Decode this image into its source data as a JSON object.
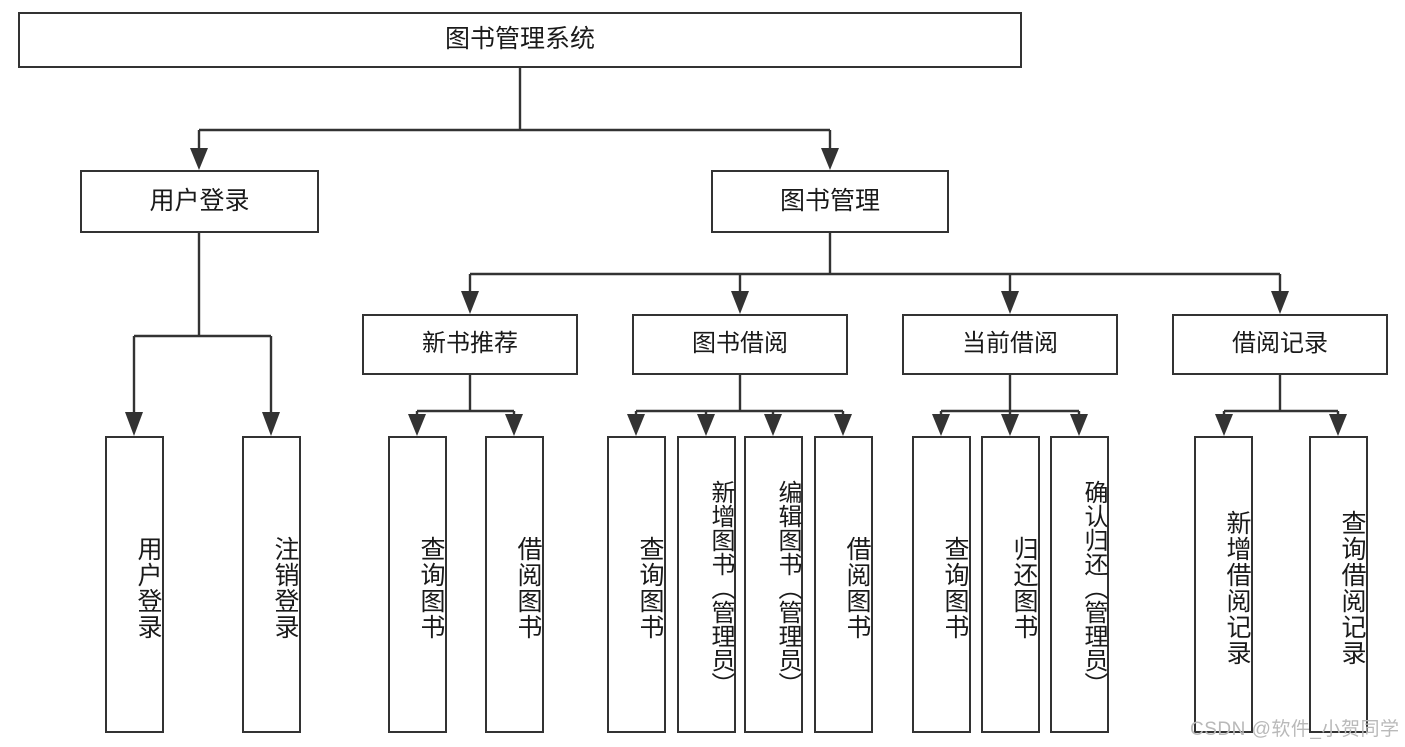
{
  "diagram": {
    "title": "图书管理系统",
    "type": "hierarchy-tree",
    "watermark": "CSDN @软件_小贺同学",
    "colors": {
      "box_border": "#333333",
      "box_fill": "#ffffff",
      "connector": "#333333",
      "text": "#1a1a1a",
      "watermark": "#b9b9b9"
    },
    "root": {
      "label": "图书管理系统"
    },
    "level2": [
      {
        "label": "用户登录"
      },
      {
        "label": "图书管理"
      }
    ],
    "level3": [
      {
        "label": "新书推荐"
      },
      {
        "label": "图书借阅"
      },
      {
        "label": "当前借阅"
      },
      {
        "label": "借阅记录"
      }
    ],
    "leaves": {
      "user_login": [
        {
          "label": "用户登录"
        },
        {
          "label": "注销登录"
        }
      ],
      "new_book_recommend": [
        {
          "label": "查询图书"
        },
        {
          "label": "借阅图书"
        }
      ],
      "book_borrow": [
        {
          "label": "查询图书"
        },
        {
          "label": "新增图书（管理员）"
        },
        {
          "label": "编辑图书（管理员）"
        },
        {
          "label": "借阅图书"
        }
      ],
      "current_borrow": [
        {
          "label": "查询图书"
        },
        {
          "label": "归还图书"
        },
        {
          "label": "确认归还（管理员）"
        }
      ],
      "borrow_records": [
        {
          "label": "新增借阅记录"
        },
        {
          "label": "查询借阅记录"
        }
      ]
    }
  }
}
